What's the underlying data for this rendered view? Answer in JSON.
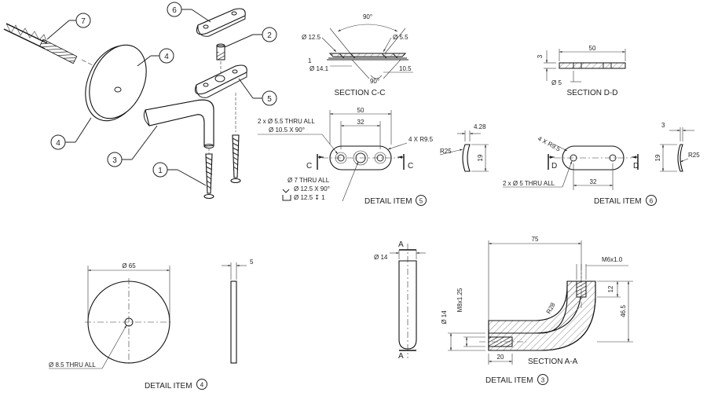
{
  "balloons": [
    "7",
    "6",
    "2",
    "4",
    "5",
    "4",
    "3",
    "1"
  ],
  "section_cc": {
    "title": "SECTION C-C",
    "angle_top": "90°",
    "dia_left": "Ø 12.5",
    "dia_right": "Ø 5.5",
    "dia_bottom": "Ø 14.1",
    "angle_bottom": "90°",
    "dim_right": "10.5",
    "dim_left": "1"
  },
  "section_dd": {
    "title": "SECTION D-D",
    "length": "50",
    "thickness": "3",
    "dia": "Ø 5"
  },
  "detail5": {
    "title": "DETAIL ITEM",
    "item": "5",
    "length": "50",
    "spacing": "32",
    "hole_note1": "2 x Ø 5.5 THRU ALL",
    "hole_note2": "Ø 10.5 X 90°",
    "radius_note": "4 X R9.5",
    "center_note1": "Ø 7 THRU ALL",
    "center_note2": "Ø 12.5 X 90°",
    "center_note3": "Ø 12.5 ↧ 1",
    "section_mark": "C",
    "side_width": "4.28",
    "side_radius": "R25",
    "side_height": "19"
  },
  "detail6": {
    "title": "DETAIL ITEM",
    "item": "6",
    "radius_note": "4 X R9.5",
    "hole_note": "2 x Ø 5 THRU ALL",
    "spacing": "32",
    "section_mark": "D",
    "side_thickness": "3",
    "side_height": "19",
    "side_radius": "R25"
  },
  "detail4": {
    "title": "DETAIL ITEM",
    "item": "4",
    "dia": "Ø 65",
    "hole_note": "Ø 8.5 THRU ALL",
    "thickness": "5"
  },
  "detail3": {
    "title": "DETAIL ITEM",
    "item": "3",
    "dia": "Ø 14",
    "section_mark": "A",
    "section_title": "SECTION A-A",
    "length": "75",
    "thread_top": "M6x1.0",
    "dim_12": "12",
    "height": "46.5",
    "bend_radius": "R28",
    "thread_left": "M8x1.25",
    "side_dia": "Ø 14",
    "stub_len": "20"
  }
}
